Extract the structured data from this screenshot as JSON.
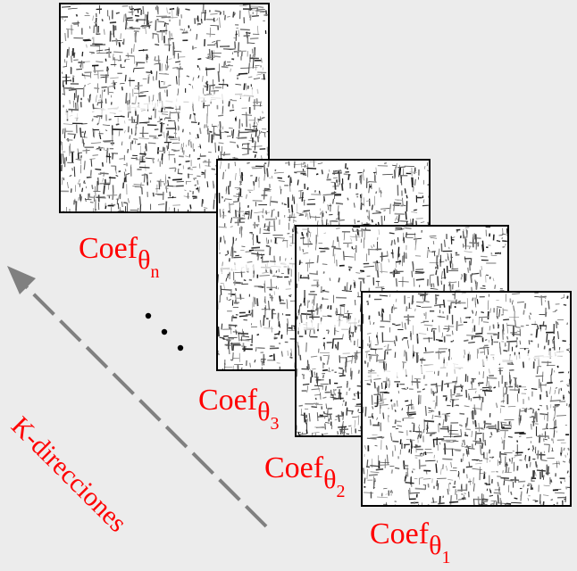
{
  "diagram": {
    "panels": [
      {
        "id": "n",
        "label_main": "Coef",
        "label_theta": "θ",
        "label_sub": "n"
      },
      {
        "id": "3",
        "label_main": "Coef",
        "label_theta": "θ",
        "label_sub": "3"
      },
      {
        "id": "2",
        "label_main": "Coef",
        "label_theta": "θ",
        "label_sub": "2"
      },
      {
        "id": "1",
        "label_main": "Coef",
        "label_theta": "θ",
        "label_sub": "1"
      }
    ],
    "direction_label": "K-direcciones",
    "ellipsis": "…",
    "colors": {
      "label": "#ff0000",
      "arrow": "#808080",
      "frame": "#000000",
      "background": "#ececec"
    }
  }
}
